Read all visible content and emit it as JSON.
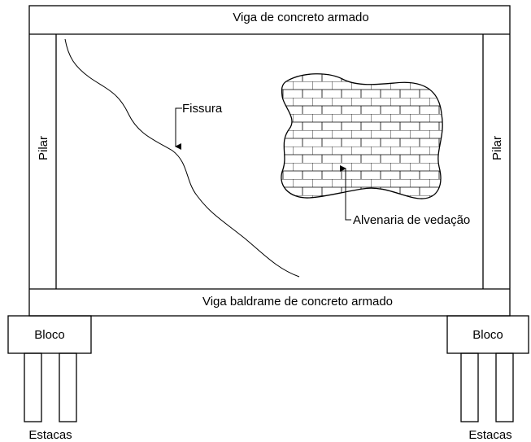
{
  "labels": {
    "top_beam": "Viga de concreto armado",
    "bottom_beam": "Viga baldrame de concreto armado",
    "pillar_left": "Pilar",
    "pillar_right": "Pilar",
    "crack": "Fissura",
    "masonry": "Alvenaria de vedação",
    "block_left": "Bloco",
    "block_right": "Bloco",
    "piles_left": "Estacas",
    "piles_right": "Estacas"
  },
  "colors": {
    "line": "#000000",
    "background": "#ffffff"
  }
}
